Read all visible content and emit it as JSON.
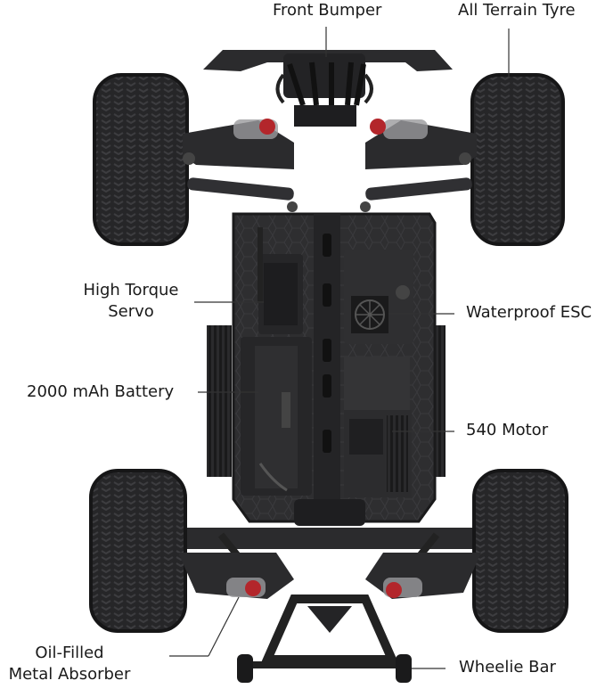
{
  "labels": {
    "front_bumper": "Front Bumper",
    "all_terrain_tyre": "All Terrain Tyre",
    "high_torque_servo_1": "High Torque",
    "high_torque_servo_2": "Servo",
    "waterproof_esc": "Waterproof ESC",
    "battery": "2000 mAh Battery",
    "motor": "540 Motor",
    "oil_filled_1": "Oil-Filled",
    "oil_filled_2": "Metal Absorber",
    "wheelie_bar": "Wheelie Bar"
  },
  "colors": {
    "chassis": "#2b2b2d",
    "chassis_dark": "#1c1c1e",
    "tyre": "#262628",
    "tyre_tread": "#3a3a3c",
    "shock_red": "#b3262b",
    "spring": "#9a9a9c",
    "leader_line": "#333333"
  }
}
